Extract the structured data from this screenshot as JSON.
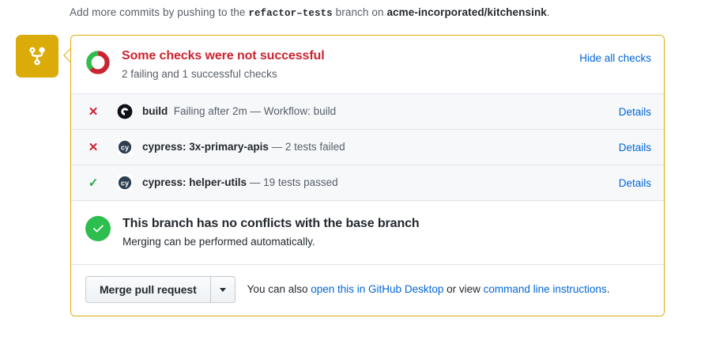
{
  "hint": {
    "prefix": "Add more commits by pushing to the ",
    "branch": "refactor–tests",
    "middle": " branch on ",
    "repo": "acme-incorporated/kitchensink",
    "suffix": "."
  },
  "state_badge": {
    "icon": "git-merge-icon",
    "color": "#dbab09"
  },
  "checks": {
    "status_icon": "checks-donut-icon",
    "title": "Some checks were not successful",
    "title_color": "#cb2431",
    "summary": "2 failing and 1 successful checks",
    "hide_all_label": "Hide all checks",
    "donut": {
      "success_color": "#2cbe4e",
      "failure_color": "#cb2431",
      "success_fraction": 0.33
    },
    "rows": [
      {
        "status": "failure",
        "status_glyph": "✕",
        "status_icon": "x-icon",
        "avatar_icon": "github-actions-icon",
        "name": "build",
        "description": "Failing after 2m — Workflow: build",
        "details_label": "Details"
      },
      {
        "status": "failure",
        "status_glyph": "✕",
        "status_icon": "x-icon",
        "avatar_icon": "cypress-icon",
        "name": "cypress: 3x-primary-apis",
        "description": "— 2 tests failed",
        "details_label": "Details"
      },
      {
        "status": "success",
        "status_glyph": "✓",
        "status_icon": "check-icon",
        "avatar_icon": "cypress-icon",
        "name": "cypress: helper-utils",
        "description": "— 19 tests passed",
        "details_label": "Details"
      }
    ]
  },
  "conflicts": {
    "status_icon": "check-circle-icon",
    "status_color": "#2cbe4e",
    "title": "This branch has no conflicts with the base branch",
    "subtitle": "Merging can be performed automatically."
  },
  "merge_footer": {
    "merge_button_label": "Merge pull request",
    "dropdown_icon": "chevron-down-icon",
    "note_prefix": "You can also ",
    "desktop_link": "open this in GitHub Desktop",
    "note_middle": " or view ",
    "cli_link": "command line instructions",
    "note_suffix": "."
  }
}
